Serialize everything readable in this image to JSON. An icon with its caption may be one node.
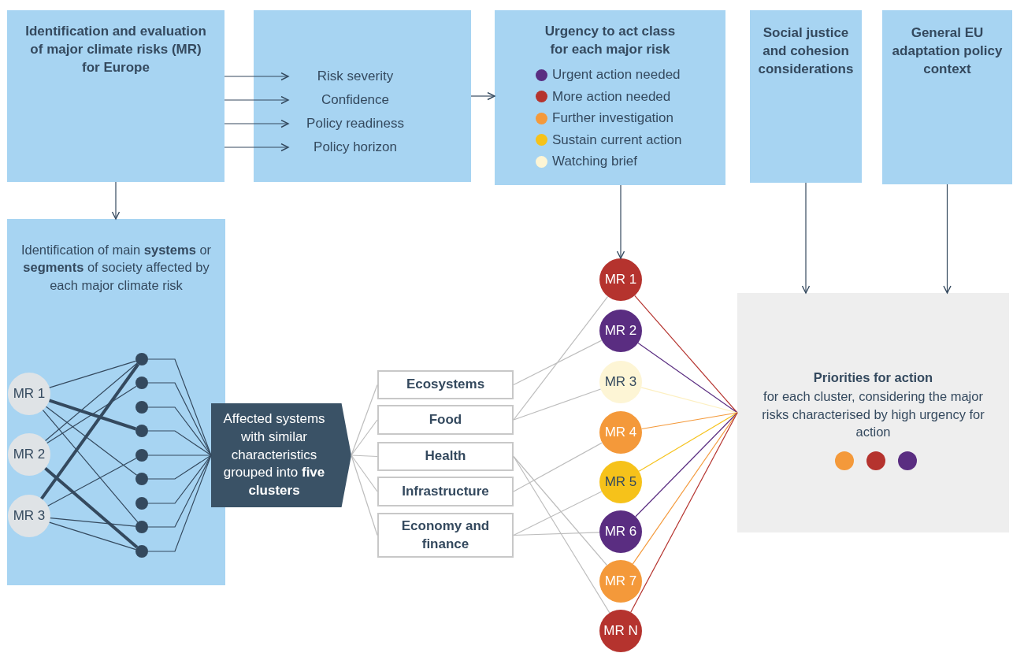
{
  "diagram": {
    "nodes": [
      {
        "text": [
          "Identification and evaluation of major climate risks (MR) for Europe"
        ]
      },
      {
        "text": [],
        "shape": "box"
      },
      {
        "text": [
          "Risk severity"
        ],
        "in": 1
      },
      {
        "text": [
          "Confidence"
        ],
        "in": 1
      },
      {
        "text": [
          "Policy readiness"
        ],
        "in": 1
      },
      {
        "text": [
          "Policy horizon"
        ],
        "in": 1
      },
      {
        "text": [
          "Urgency to act class for each major risk"
        ]
      },
      {
        "text": [
          "Social justice and cohesion considerations"
        ]
      },
      {
        "text": [
          "General EU adaptation policy context"
        ]
      },
      {
        "text": [
          "Identification of main **systems** or **segments** of society affected by each major climate risk"
        ]
      },
      {
        "text": [
          "MR 1"
        ],
        "in": 9
      },
      {
        "text": [
          "MR 2"
        ],
        "in": 9
      },
      {
        "text": [
          "MR 3"
        ],
        "in": 9
      },
      {
        "text": [],
        "shape": "circle",
        "in": 9
      },
      {
        "text": [],
        "shape": "circle",
        "in": 9
      },
      {
        "text": [],
        "shape": "circle",
        "in": 9
      },
      {
        "text": [],
        "shape": "circle",
        "in": 9
      },
      {
        "text": [],
        "shape": "circle",
        "in": 9
      },
      {
        "text": [],
        "shape": "circle",
        "in": 9
      },
      {
        "text": [],
        "shape": "circle",
        "in": 9
      },
      {
        "text": [],
        "shape": "circle",
        "in": 9
      },
      {
        "text": [],
        "shape": "circle",
        "in": 9
      },
      {
        "text": [
          "Affected systems with similar characteristics grouped into **five clusters**"
        ]
      },
      {
        "text": [
          "Ecosystems"
        ]
      },
      {
        "text": [
          "Food"
        ]
      },
      {
        "text": [
          "Health"
        ]
      },
      {
        "text": [
          "Infrastructure"
        ]
      },
      {
        "text": [
          "Economy and finance"
        ]
      },
      {
        "text": [
          "MR 1"
        ]
      },
      {
        "text": [
          "MR 2"
        ]
      },
      {
        "text": [
          "MR 3"
        ]
      },
      {
        "text": [
          "MR 4"
        ]
      },
      {
        "text": [
          "MR 5"
        ]
      },
      {
        "text": [
          "MR 6"
        ]
      },
      {
        "text": [
          "MR 7"
        ]
      },
      {
        "text": [
          "MR N"
        ]
      },
      {
        "text": [
          "Priorities for action",
          "for each cluster, considering the major risks characterised by high urgency for action"
        ]
      },
      {
        "text": [],
        "shape": "circle",
        "in": 36
      },
      {
        "text": [],
        "shape": "circle",
        "in": 36
      },
      {
        "text": [],
        "shape": "circle",
        "in": 36
      }
    ],
    "edges": [
      {
        "from": 0,
        "to": 2,
        "arrow": "to"
      },
      {
        "from": 0,
        "to": 3,
        "arrow": "to"
      },
      {
        "from": 0,
        "to": 4,
        "arrow": "to"
      },
      {
        "from": 0,
        "to": 5,
        "arrow": "to"
      },
      {
        "from": 1,
        "to": 6,
        "arrow": "to"
      },
      {
        "from": 0,
        "to": 9,
        "arrow": "to"
      },
      {
        "from": 6,
        "to": 28,
        "arrow": "to"
      },
      {
        "from": 7,
        "to": 36,
        "arrow": "to"
      },
      {
        "from": 8,
        "to": 36,
        "arrow": "to"
      },
      {
        "from": 10,
        "to": 13,
        "arrow": "none"
      },
      {
        "from": 10,
        "to": 16,
        "arrow": "none",
        "style": "thick"
      },
      {
        "from": 10,
        "to": 18,
        "arrow": "none"
      },
      {
        "from": 10,
        "to": 20,
        "arrow": "none"
      },
      {
        "from": 11,
        "to": 13,
        "arrow": "none"
      },
      {
        "from": 11,
        "to": 14,
        "arrow": "none"
      },
      {
        "from": 11,
        "to": 21,
        "arrow": "none",
        "style": "thick"
      },
      {
        "from": 12,
        "to": 13,
        "arrow": "none",
        "style": "thick"
      },
      {
        "from": 12,
        "to": 17,
        "arrow": "none"
      },
      {
        "from": 12,
        "to": 20,
        "arrow": "none"
      },
      {
        "from": 12,
        "to": 21,
        "arrow": "none"
      },
      {
        "from": 13,
        "to": 22,
        "arrow": "none"
      },
      {
        "from": 14,
        "to": 22,
        "arrow": "none"
      },
      {
        "from": 15,
        "to": 22,
        "arrow": "none"
      },
      {
        "from": 16,
        "to": 22,
        "arrow": "none"
      },
      {
        "from": 17,
        "to": 22,
        "arrow": "none"
      },
      {
        "from": 18,
        "to": 22,
        "arrow": "none"
      },
      {
        "from": 19,
        "to": 22,
        "arrow": "none"
      },
      {
        "from": 20,
        "to": 22,
        "arrow": "none"
      },
      {
        "from": 21,
        "to": 22,
        "arrow": "none"
      },
      {
        "from": 22,
        "to": 23,
        "arrow": "none",
        "color": "#bdbdbd"
      },
      {
        "from": 22,
        "to": 24,
        "arrow": "none",
        "color": "#bdbdbd"
      },
      {
        "from": 22,
        "to": 25,
        "arrow": "none",
        "color": "#bdbdbd"
      },
      {
        "from": 22,
        "to": 26,
        "arrow": "none",
        "color": "#bdbdbd"
      },
      {
        "from": 22,
        "to": 27,
        "arrow": "none",
        "color": "#bdbdbd"
      },
      {
        "from": 23,
        "to": 29,
        "arrow": "none",
        "color": "#bdbdbd"
      },
      {
        "from": 24,
        "to": 28,
        "arrow": "none",
        "color": "#bdbdbd"
      },
      {
        "from": 24,
        "to": 30,
        "arrow": "none",
        "color": "#bdbdbd"
      },
      {
        "from": 25,
        "to": 34,
        "arrow": "none",
        "color": "#bdbdbd"
      },
      {
        "from": 25,
        "to": 35,
        "arrow": "none",
        "color": "#bdbdbd"
      },
      {
        "from": 26,
        "to": 31,
        "arrow": "none",
        "color": "#bdbdbd"
      },
      {
        "from": 27,
        "to": 32,
        "arrow": "none",
        "color": "#bdbdbd"
      },
      {
        "from": 27,
        "to": 33,
        "arrow": "none",
        "color": "#bdbdbd"
      },
      {
        "from": 28,
        "to": 36,
        "arrow": "none",
        "color": "#b5332e"
      },
      {
        "from": 29,
        "to": 36,
        "arrow": "none",
        "color": "#5a2d81"
      },
      {
        "from": 30,
        "to": 36,
        "arrow": "none",
        "color": "#fdf0c2"
      },
      {
        "from": 31,
        "to": 36,
        "arrow": "none",
        "color": "#f4993a"
      },
      {
        "from": 32,
        "to": 36,
        "arrow": "none",
        "color": "#f6c21a"
      },
      {
        "from": 33,
        "to": 36,
        "arrow": "none",
        "color": "#5a2d81"
      },
      {
        "from": 34,
        "to": 36,
        "arrow": "none",
        "color": "#f4993a"
      },
      {
        "from": 35,
        "to": 36,
        "arrow": "none",
        "color": "#b5332e"
      }
    ],
    "legend": [
      {
        "text": "Urgent action needed",
        "color": "#5a2d81"
      },
      {
        "text": "More action needed",
        "color": "#b5332e"
      },
      {
        "text": "Further investigation",
        "color": "#f4993a"
      },
      {
        "text": "Sustain current action",
        "color": "#f6c21a"
      },
      {
        "text": "Watching brief",
        "color": "#fdf5d5"
      }
    ]
  }
}
